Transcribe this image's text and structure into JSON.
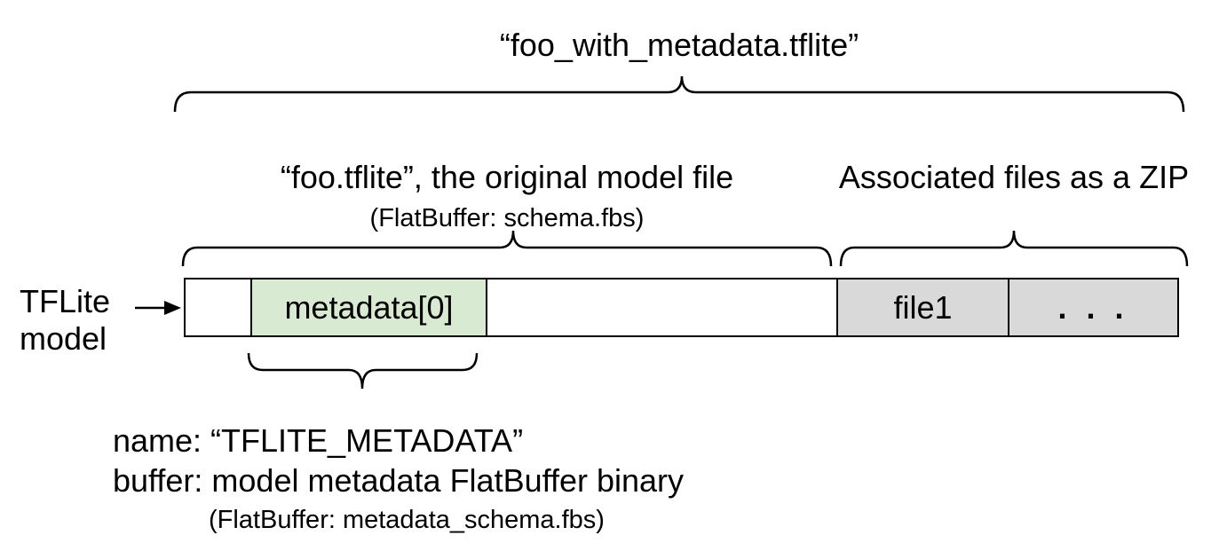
{
  "colors": {
    "green": "#d9ead3",
    "gray": "#d9d9d9",
    "stroke": "#000000",
    "background": "#ffffff"
  },
  "title": "“foo_with_metadata.tflite”",
  "model_file": {
    "label": "“foo.tflite”, the original model file",
    "sublabel": "(FlatBuffer: schema.fbs)"
  },
  "associated_files": {
    "label": "Associated files as a ZIP"
  },
  "tflite_model": {
    "line1": "TFLite",
    "line2": "model"
  },
  "bar": {
    "segments": [
      {
        "label": ""
      },
      {
        "label": "metadata[0]"
      },
      {
        "label": ""
      },
      {
        "label": "file1"
      },
      {
        "label": ". . ."
      }
    ]
  },
  "metadata_annotation": {
    "line1": "name: “TFLITE_METADATA”",
    "line2": "buffer: model metadata FlatBuffer binary",
    "line3": "(FlatBuffer: metadata_schema.fbs)"
  },
  "icons": {
    "arrow": "arrow-right-icon",
    "brace_top": "overbrace-full-file",
    "brace_model": "overbrace-model-file",
    "brace_zip": "overbrace-zip-files",
    "brace_metadata": "underbrace-metadata"
  }
}
